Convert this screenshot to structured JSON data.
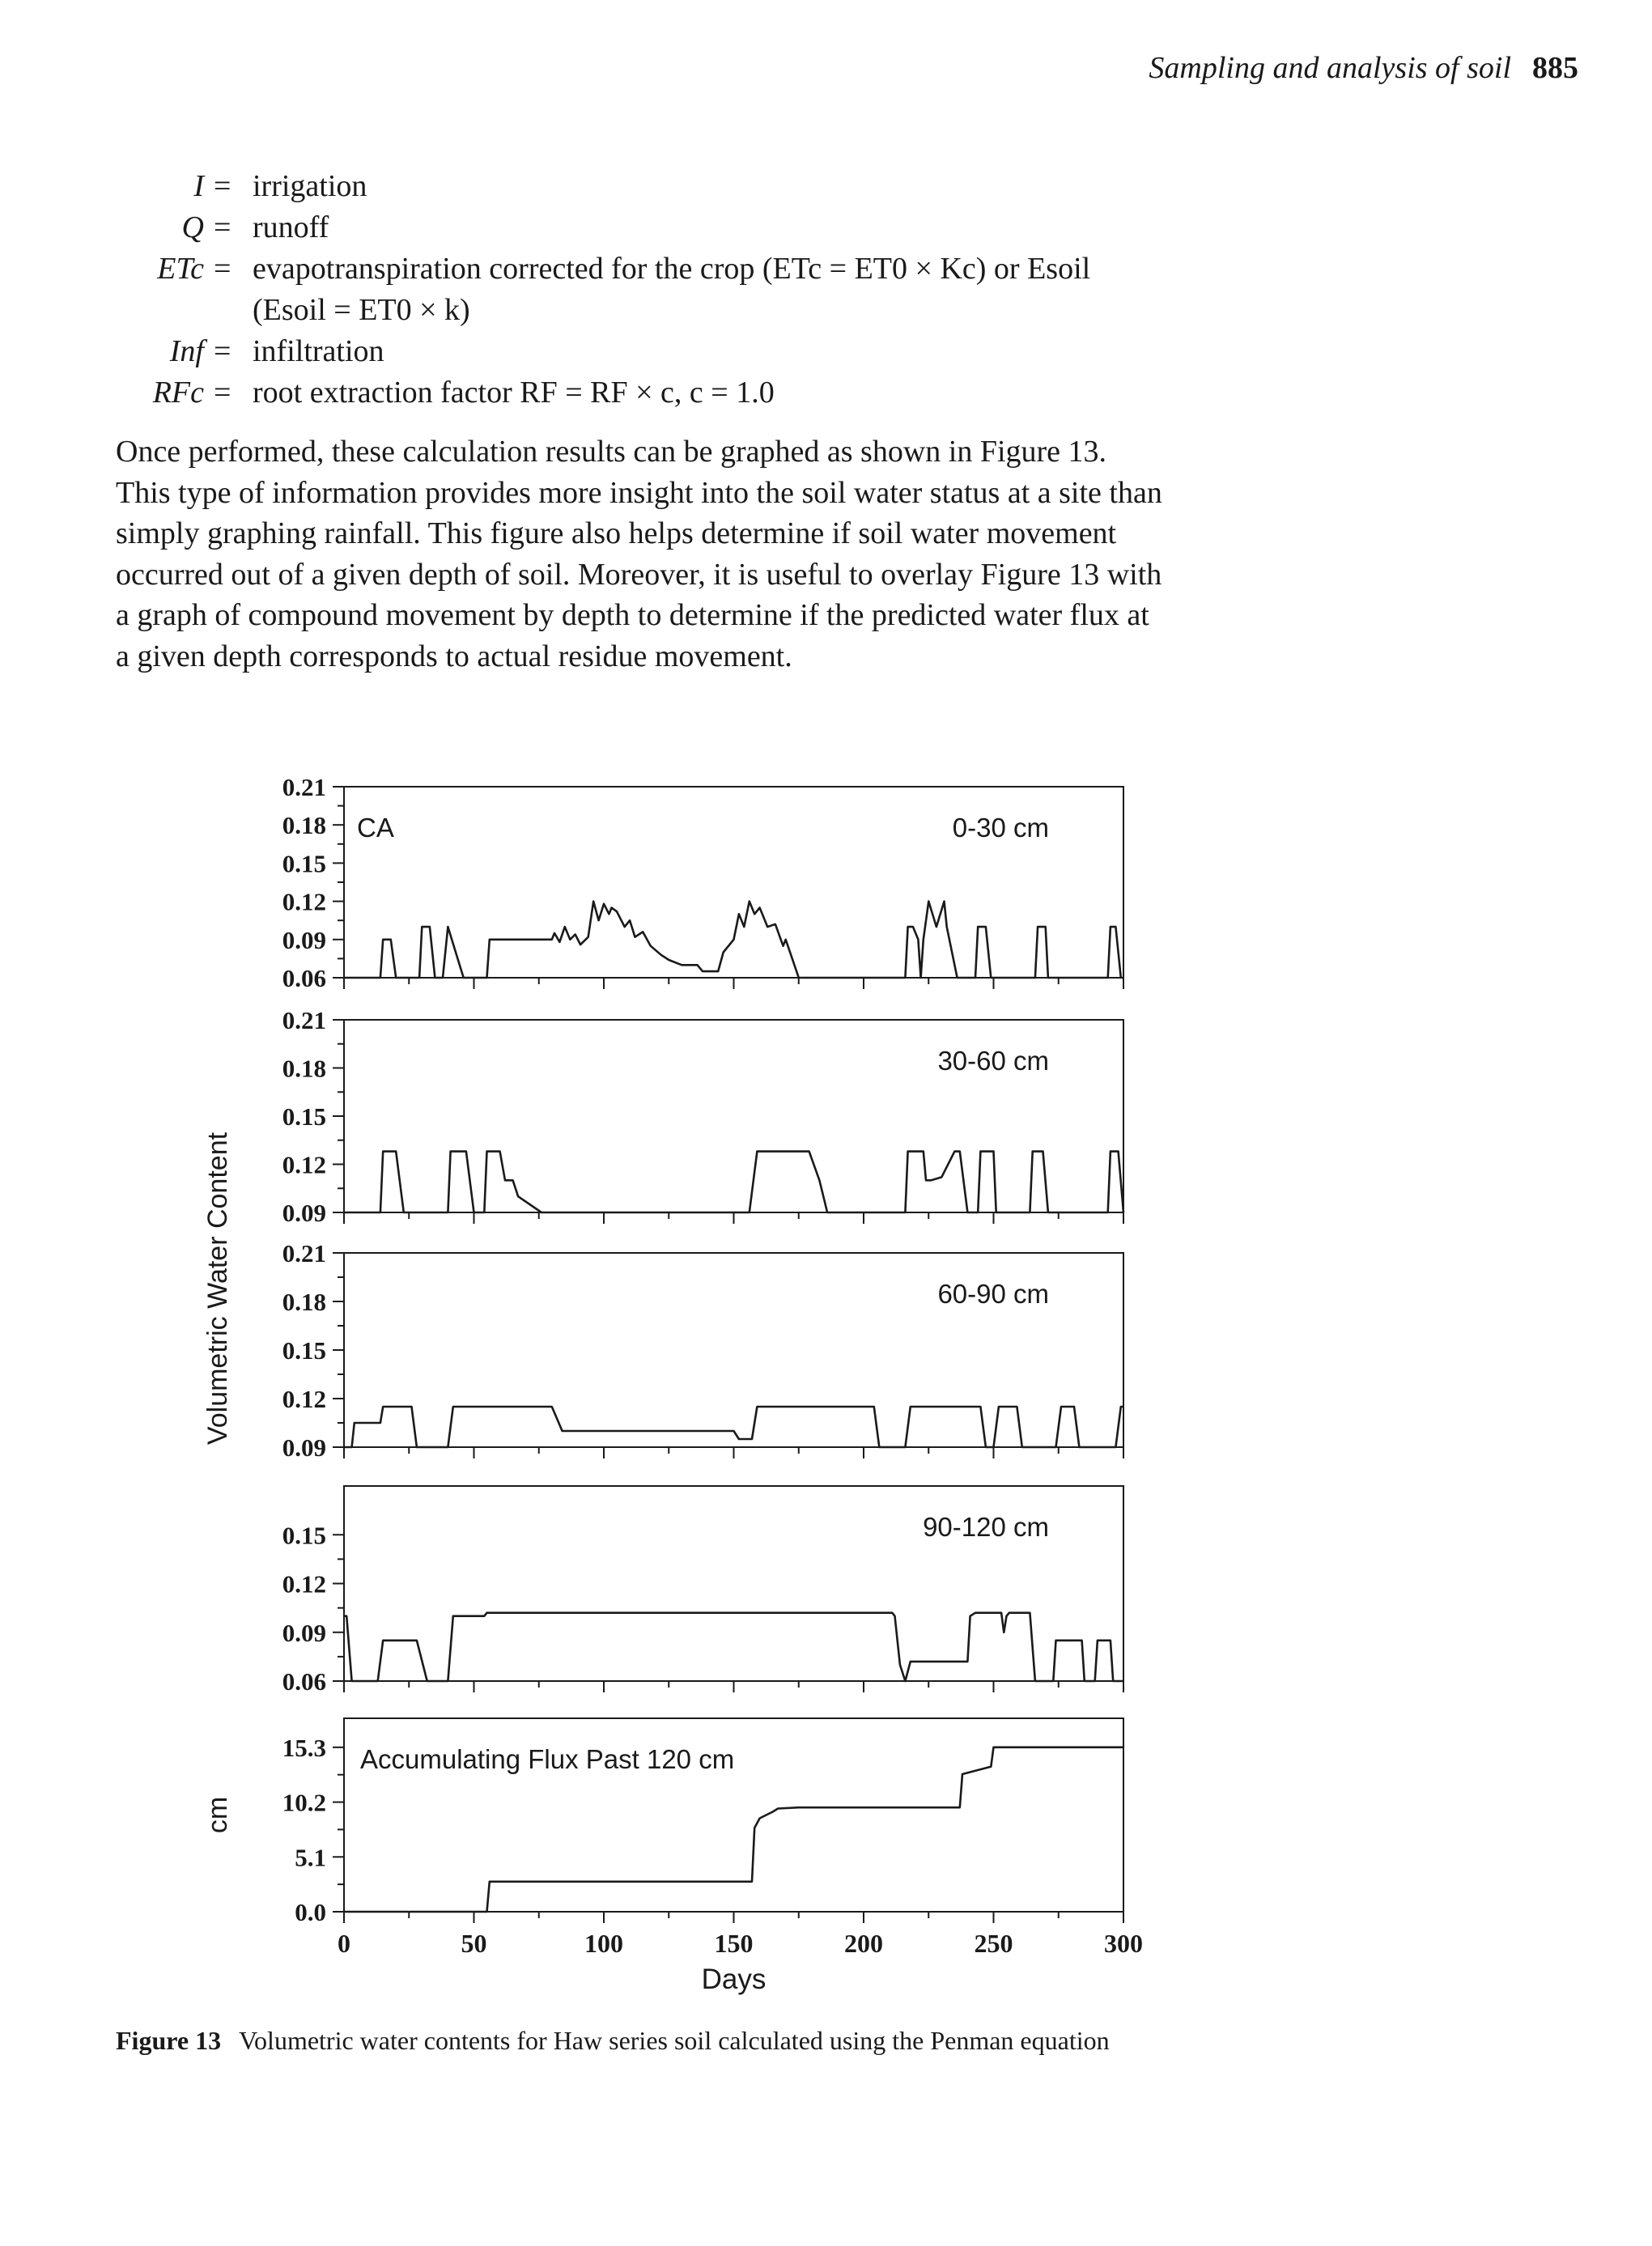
{
  "header": {
    "running_title": "Sampling and analysis of soil",
    "page_number": "885"
  },
  "definitions": [
    {
      "symbol": "I",
      "eq": "=",
      "text": "irrigation"
    },
    {
      "symbol": "Q",
      "eq": "=",
      "text": "runoff"
    },
    {
      "symbol": "ETc",
      "eq": "=",
      "text": "evapotranspiration corrected for the crop (ETc = ET0 × Kc) or Esoil"
    },
    {
      "symbol": "",
      "eq": "",
      "text": "(Esoil = ET0 × k)"
    },
    {
      "symbol": "Inf",
      "eq": "=",
      "text": "infiltration"
    },
    {
      "symbol": "RFc",
      "eq": "=",
      "text": "root extraction factor RF = RF × c, c = 1.0"
    }
  ],
  "paragraph": [
    "Once performed, these calculation results can be graphed as shown in Figure 13.",
    "This type of information provides more insight into the soil water status at a site than",
    "simply graphing rainfall. This figure also helps determine if soil water movement",
    "occurred out of a given depth of soil. Moreover, it is useful to overlay Figure 13 with",
    "a graph of compound movement by depth to determine if the predicted water flux at",
    "a given depth corresponds to actual residue movement."
  ],
  "chart_data": {
    "type": "line",
    "x_label": "Days",
    "x_range": [
      0,
      300
    ],
    "x_ticks": [
      "0",
      "50",
      "100",
      "150",
      "200",
      "250",
      "300"
    ],
    "shared_y_label_vwc": "Volumetric Water Content",
    "panels": [
      {
        "label": "0-30 cm",
        "corner_label": "CA",
        "ylabel": "",
        "y_range": [
          0.06,
          0.21
        ],
        "y_ticks": [
          "0.21",
          "0.18",
          "0.15",
          "0.12",
          "0.09",
          "0.06"
        ],
        "series": [
          {
            "x": [
              0,
              14,
              15,
              18,
              20,
              29,
              30,
              33,
              35,
              38,
              40,
              43,
              46,
              55,
              56,
              80,
              81,
              83,
              85,
              87,
              89,
              91,
              94,
              96,
              98,
              100,
              102,
              103,
              105,
              108,
              110,
              112,
              115,
              118,
              122,
              125,
              130,
              136,
              138,
              144,
              146,
              150,
              152,
              154,
              156,
              158,
              160,
              163,
              166,
              169,
              170,
              175,
              190,
              216,
              217,
              219,
              221,
              222,
              223,
              225,
              228,
              231,
              232,
              236,
              243,
              244,
              247,
              249,
              250,
              266,
              267,
              270,
              271,
              294,
              295,
              297,
              299,
              300
            ],
            "y": [
              0.06,
              0.06,
              0.09,
              0.09,
              0.06,
              0.06,
              0.1,
              0.1,
              0.06,
              0.06,
              0.1,
              0.08,
              0.06,
              0.06,
              0.09,
              0.09,
              0.095,
              0.088,
              0.1,
              0.09,
              0.094,
              0.086,
              0.092,
              0.12,
              0.105,
              0.118,
              0.11,
              0.115,
              0.112,
              0.1,
              0.105,
              0.092,
              0.096,
              0.085,
              0.078,
              0.074,
              0.07,
              0.07,
              0.065,
              0.065,
              0.08,
              0.09,
              0.11,
              0.1,
              0.12,
              0.11,
              0.115,
              0.1,
              0.102,
              0.085,
              0.09,
              0.06,
              0.06,
              0.06,
              0.1,
              0.1,
              0.09,
              0.06,
              0.09,
              0.12,
              0.1,
              0.12,
              0.1,
              0.06,
              0.06,
              0.1,
              0.1,
              0.06,
              0.06,
              0.06,
              0.1,
              0.1,
              0.06,
              0.06,
              0.1,
              0.1,
              0.06,
              0.06
            ]
          }
        ]
      },
      {
        "label": "30-60 cm",
        "corner_label": "",
        "ylabel": "",
        "y_range": [
          0.09,
          0.21
        ],
        "y_ticks": [
          "0.21",
          "0.18",
          "0.15",
          "0.12",
          "0.09"
        ],
        "series": [
          {
            "x": [
              0,
              14,
              15,
              20,
              23,
              40,
              41,
              47,
              50,
              54,
              55,
              60,
              62,
              65,
              67,
              76,
              156,
              159,
              175,
              179,
              183,
              186,
              216,
              217,
              223,
              224,
              226,
              230,
              235,
              237,
              240,
              244,
              245,
              250,
              251,
              264,
              265,
              269,
              271,
              294,
              295,
              298,
              300
            ],
            "y": [
              0.09,
              0.09,
              0.128,
              0.128,
              0.09,
              0.09,
              0.128,
              0.128,
              0.09,
              0.09,
              0.128,
              0.128,
              0.11,
              0.11,
              0.1,
              0.09,
              0.09,
              0.128,
              0.128,
              0.128,
              0.11,
              0.09,
              0.09,
              0.128,
              0.128,
              0.11,
              0.11,
              0.112,
              0.128,
              0.128,
              0.09,
              0.09,
              0.128,
              0.128,
              0.09,
              0.09,
              0.128,
              0.128,
              0.09,
              0.09,
              0.128,
              0.128,
              0.09
            ]
          }
        ]
      },
      {
        "label": "60-90 cm",
        "corner_label": "",
        "ylabel": "",
        "y_range": [
          0.09,
          0.21
        ],
        "y_ticks": [
          "0.21",
          "0.18",
          "0.15",
          "0.12",
          "0.09"
        ],
        "series": [
          {
            "x": [
              0,
              3,
              4,
              14,
              15,
              26,
              28,
              40,
              42,
              80,
              84,
              150,
              152,
              157,
              159,
              204,
              206,
              216,
              218,
              245,
              247,
              250,
              252,
              259,
              261,
              274,
              276,
              281,
              283,
              297,
              299,
              300
            ],
            "y": [
              0.09,
              0.09,
              0.105,
              0.105,
              0.115,
              0.115,
              0.09,
              0.09,
              0.115,
              0.115,
              0.1,
              0.1,
              0.095,
              0.095,
              0.115,
              0.115,
              0.09,
              0.09,
              0.115,
              0.115,
              0.09,
              0.09,
              0.115,
              0.115,
              0.09,
              0.09,
              0.115,
              0.115,
              0.09,
              0.09,
              0.115,
              0.115
            ]
          }
        ]
      },
      {
        "label": "90-120 cm",
        "corner_label": "",
        "ylabel": "",
        "y_range": [
          0.06,
          0.18
        ],
        "y_ticks": [
          "0.15",
          "0.12",
          "0.09",
          "0.06"
        ],
        "series": [
          {
            "x": [
              0,
              1,
              3,
              13,
              15,
              28,
              32,
              40,
              42,
              54,
              55,
              211,
              212,
              214,
              216,
              218,
              240,
              241,
              243,
              253,
              254,
              255,
              256,
              264,
              266,
              273,
              274,
              284,
              285,
              289,
              290,
              295,
              296,
              300
            ],
            "y": [
              0.1,
              0.1,
              0.06,
              0.06,
              0.085,
              0.085,
              0.06,
              0.06,
              0.1,
              0.1,
              0.102,
              0.102,
              0.1,
              0.07,
              0.06,
              0.072,
              0.072,
              0.1,
              0.102,
              0.102,
              0.09,
              0.1,
              0.102,
              0.102,
              0.06,
              0.06,
              0.085,
              0.085,
              0.06,
              0.06,
              0.085,
              0.085,
              0.06,
              0.06
            ]
          }
        ]
      },
      {
        "label": "Accumulating Flux Past 120 cm",
        "corner_label": "",
        "ylabel": "cm",
        "y_range": [
          0.0,
          18.0
        ],
        "y_ticks": [
          "15.3",
          "10.2",
          "5.1",
          "0.0"
        ],
        "series": [
          {
            "x": [
              0,
              55,
              56,
              157,
              158,
              160,
              165,
              167,
              175,
              237,
              238,
              249,
              250,
              300
            ],
            "y": [
              0.0,
              0.0,
              2.8,
              2.8,
              7.8,
              8.7,
              9.3,
              9.6,
              9.7,
              9.7,
              12.8,
              13.5,
              15.3,
              15.3
            ]
          }
        ]
      }
    ]
  }
}
